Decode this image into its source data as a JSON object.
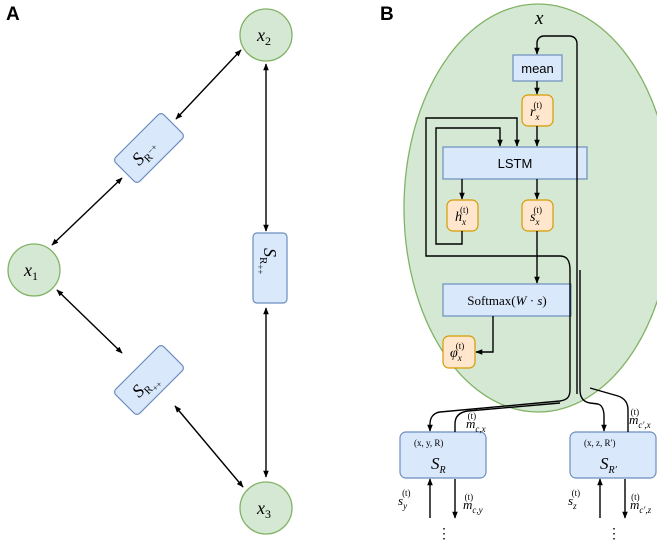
{
  "panels": {
    "a": "A",
    "b": "B"
  },
  "panel_a": {
    "nodes": {
      "x1": "x",
      "x1_sub": "1",
      "x2": "x",
      "x2_sub": "2",
      "x3": "x",
      "x3_sub": "3"
    },
    "edges": {
      "top_left": {
        "main": "S",
        "sub": "R",
        "sup": "−+"
      },
      "right": {
        "main": "S",
        "sub": "R",
        "sup": "++"
      },
      "bottom_left": {
        "main": "S",
        "sub": "R",
        "sup": "++"
      }
    }
  },
  "panel_b": {
    "ellipse_label": "x",
    "mean": "mean",
    "lstm": "LSTM",
    "softmax": {
      "fn": "Softmax(",
      "w": "W",
      "dot": " · ",
      "s": "s",
      "close": ")"
    },
    "r": {
      "base": "r",
      "sub": "x",
      "sup": "(t)"
    },
    "h": {
      "base": "h",
      "sub": "x",
      "sup": "(t)"
    },
    "s": {
      "base": "s",
      "sub": "x",
      "sup": "(t)"
    },
    "phi": {
      "base": "φ",
      "sub": "x",
      "sup": "(t)"
    },
    "sr": {
      "main": "S",
      "sub": "R",
      "tag": "(x, y, R)"
    },
    "srp": {
      "main": "S",
      "sub": "R′",
      "tag": "(x, z, R′)"
    },
    "msg_cx": {
      "base": "m",
      "sub": "c,x",
      "sup": "(t)"
    },
    "msg_cpx": {
      "base": "m",
      "sub": "c′,x",
      "sup": "(t)"
    },
    "sy": {
      "base": "s",
      "sub": "y",
      "sup": "(t)"
    },
    "mcy": {
      "base": "m",
      "sub": "c,y",
      "sup": "(t)"
    },
    "sz": {
      "base": "s",
      "sub": "z",
      "sup": "(t)"
    },
    "mcpz": {
      "base": "m",
      "sub": "c′,z",
      "sup": "(t)"
    },
    "dots": "⋮"
  }
}
